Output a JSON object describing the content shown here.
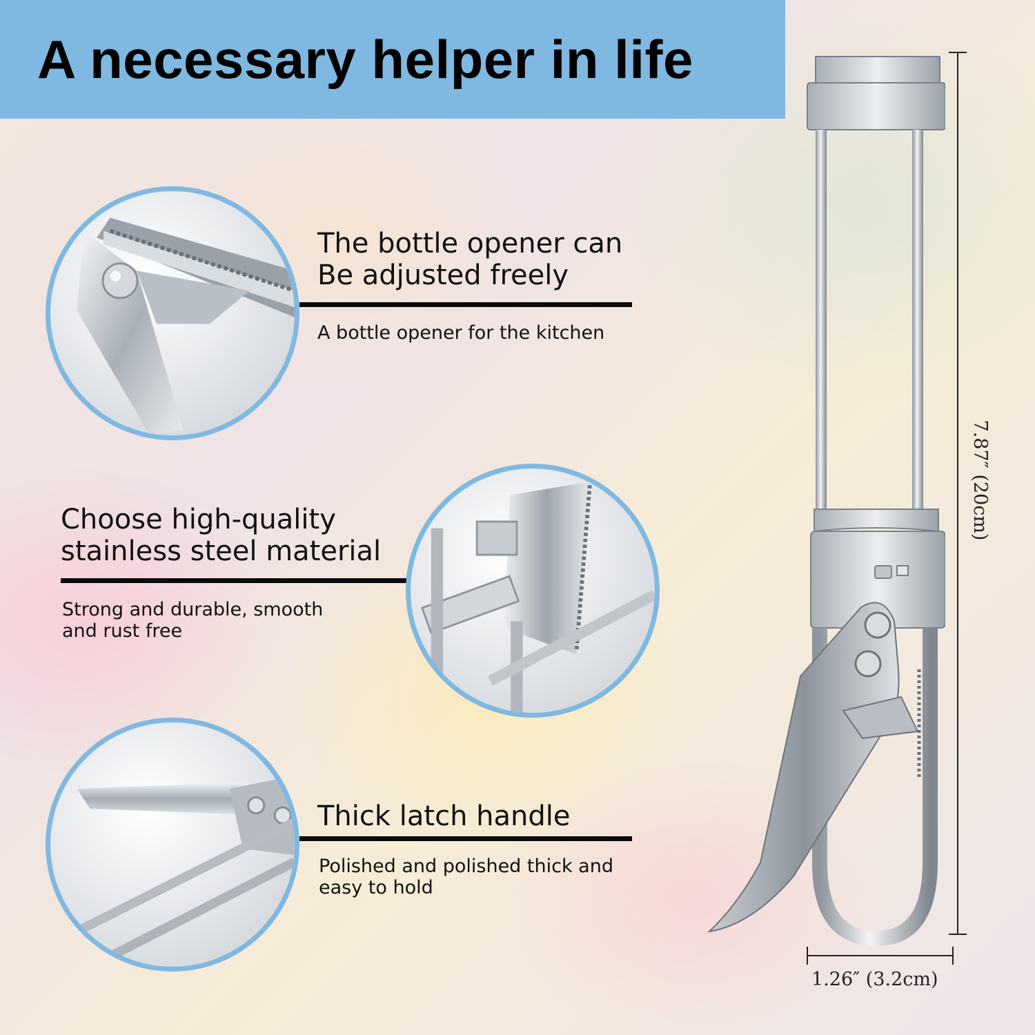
{
  "banner": {
    "title": "A necessary helper in life"
  },
  "features": [
    {
      "title_lines": [
        "The bottle opener can",
        "Be adjusted freely"
      ],
      "subtitle_lines": [
        "A bottle opener for the kitchen"
      ]
    },
    {
      "title_lines": [
        "Choose high-quality",
        "stainless steel material"
      ],
      "subtitle_lines": [
        "Strong and durable, smooth",
        "and rust free"
      ]
    },
    {
      "title_lines": [
        "Thick latch handle"
      ],
      "subtitle_lines": [
        "Polished and polished thick and",
        "easy to hold"
      ]
    }
  ],
  "dimensions": {
    "height": "7.87″ (20cm)",
    "width": "1.26″ (3.2cm)"
  },
  "colors": {
    "accent": "#7fb8e0",
    "text": "#111111",
    "steel": "#c3c8ce"
  }
}
